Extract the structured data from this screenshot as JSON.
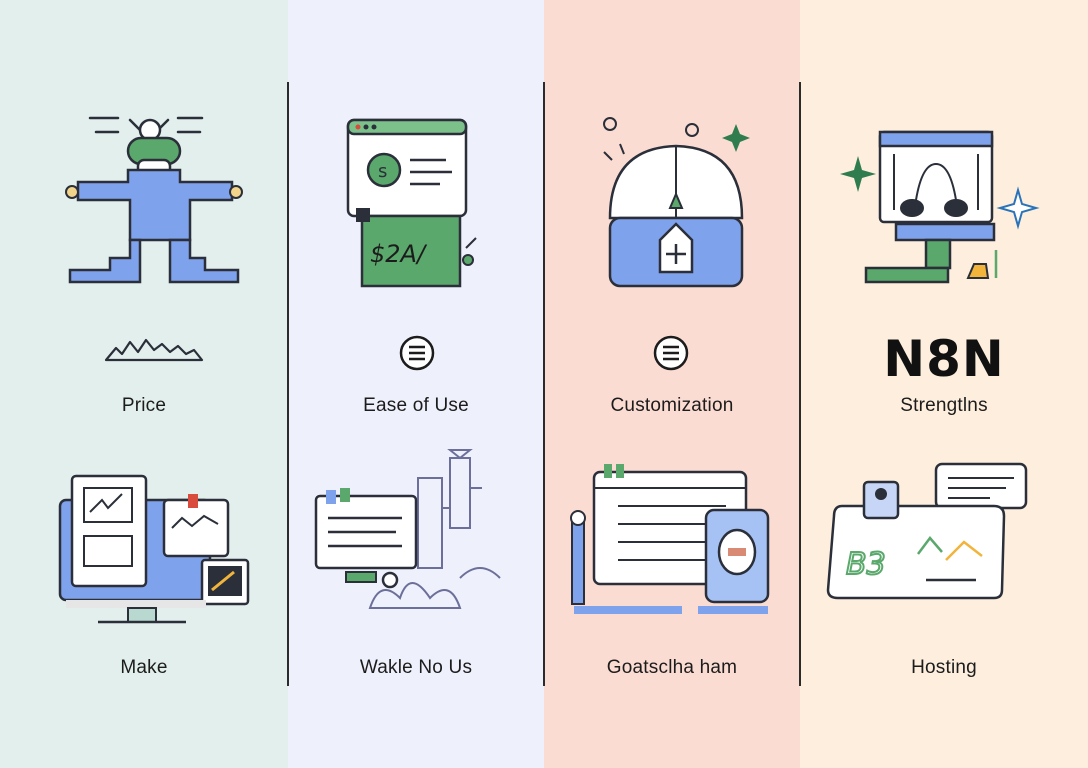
{
  "columns": [
    {
      "top_label": "Price",
      "bottom_label": "Make",
      "illustration_top": "robot-figure-icon",
      "accent_icon": "mountain-sketch-icon",
      "illustration_bottom": "desktop-dashboard-icon"
    },
    {
      "top_label": "Ease of Use",
      "bottom_label": "Wakle No Us",
      "illustration_top": "browser-invoice-icon",
      "price_text": "$2A/",
      "accent_icon": "menu-circle-icon",
      "illustration_bottom": "flowchart-window-icon"
    },
    {
      "top_label": "Customization",
      "bottom_label": "Goatsclha ham",
      "illustration_top": "dome-plus-icon",
      "accent_icon": "menu-circle-icon",
      "illustration_bottom": "spreadsheet-phone-icon"
    },
    {
      "heading": "N8N",
      "top_label": "Strengtlns",
      "bottom_label": "Hosting",
      "illustration_top": "monitor-stand-icon",
      "illustration_bottom": "chat-whiteboard-icon",
      "board_text": "B3"
    }
  ],
  "colors": {
    "col1_bg": "#e2efec",
    "col2_bg": "#eef0fb",
    "col3_bg": "#fbdcd2",
    "col4_bg": "#fdeedd",
    "blue": "#7fa2ec",
    "green": "#5aa86b",
    "outline": "#2a2f3a"
  }
}
